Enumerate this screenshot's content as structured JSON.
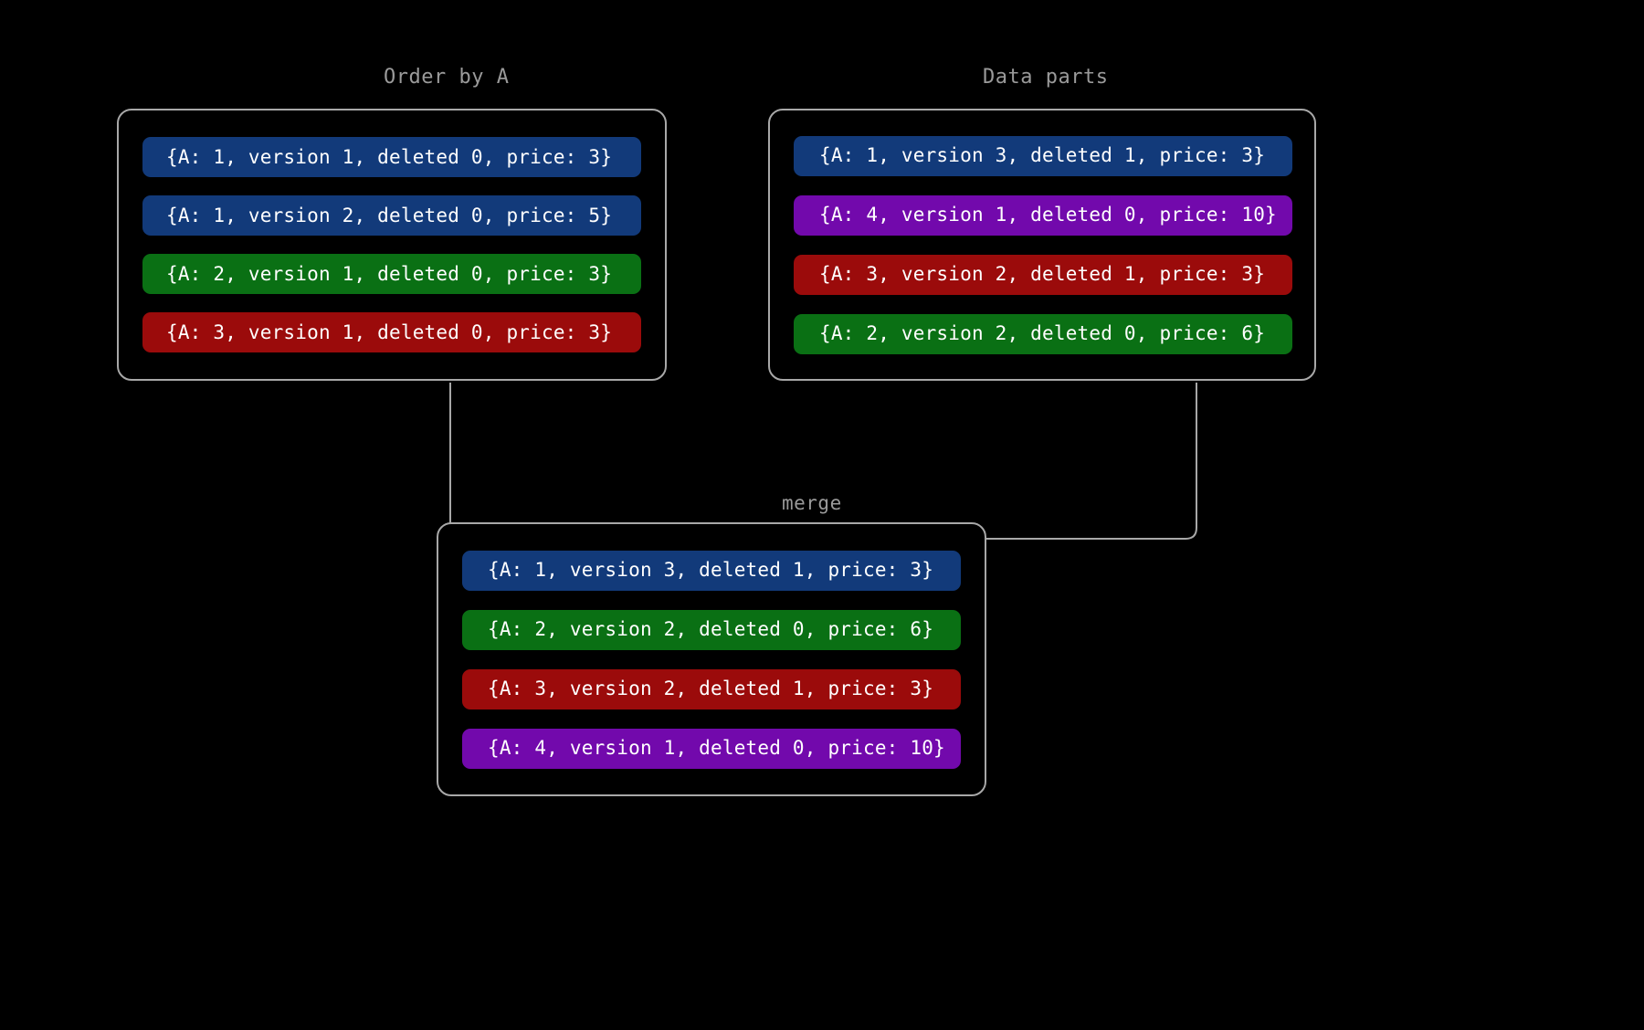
{
  "diagram": {
    "background_color": "#000000",
    "border_color": "#a8a8a8",
    "text_color": "#ffffff",
    "label_color": "#9a9a9a",
    "connector_color": "#a8a8a8",
    "merge_label": "merge"
  },
  "palette": {
    "blue": "#123a7a",
    "green": "#0a7014",
    "red": "#9b0b0b",
    "purple": "#7209ac"
  },
  "panels": [
    {
      "id": "order-by-a",
      "title": "Order by A",
      "rows": [
        {
          "text": "{A: 1, version 1, deleted 0, price: 3}",
          "color": "#123a7a",
          "color_name": "blue",
          "A": 1,
          "version": 1,
          "deleted": 0,
          "price": 3
        },
        {
          "text": "{A: 1, version 2, deleted 0, price: 5}",
          "color": "#123a7a",
          "color_name": "blue",
          "A": 1,
          "version": 2,
          "deleted": 0,
          "price": 5
        },
        {
          "text": "{A: 2, version 1, deleted 0, price: 3}",
          "color": "#0a7014",
          "color_name": "green",
          "A": 2,
          "version": 1,
          "deleted": 0,
          "price": 3
        },
        {
          "text": "{A: 3, version 1, deleted 0, price: 3}",
          "color": "#9b0b0b",
          "color_name": "red",
          "A": 3,
          "version": 1,
          "deleted": 0,
          "price": 3
        }
      ]
    },
    {
      "id": "data-parts",
      "title": "Data parts",
      "rows": [
        {
          "text": "{A: 1, version 3, deleted 1, price: 3}",
          "color": "#123a7a",
          "color_name": "blue",
          "A": 1,
          "version": 3,
          "deleted": 1,
          "price": 3
        },
        {
          "text": "{A: 4, version 1, deleted 0, price: 10}",
          "color": "#7209ac",
          "color_name": "purple",
          "A": 4,
          "version": 1,
          "deleted": 0,
          "price": 10
        },
        {
          "text": "{A: 3, version 2, deleted 1, price: 3}",
          "color": "#9b0b0b",
          "color_name": "red",
          "A": 3,
          "version": 2,
          "deleted": 1,
          "price": 3
        },
        {
          "text": "{A: 2, version 2, deleted 0, price: 6}",
          "color": "#0a7014",
          "color_name": "green",
          "A": 2,
          "version": 2,
          "deleted": 0,
          "price": 6
        }
      ]
    },
    {
      "id": "merged",
      "title": "",
      "rows": [
        {
          "text": "{A: 1, version 3, deleted 1, price: 3}",
          "color": "#123a7a",
          "color_name": "blue",
          "A": 1,
          "version": 3,
          "deleted": 1,
          "price": 3
        },
        {
          "text": "{A: 2, version 2, deleted 0, price: 6}",
          "color": "#0a7014",
          "color_name": "green",
          "A": 2,
          "version": 2,
          "deleted": 0,
          "price": 6
        },
        {
          "text": "{A: 3, version 2, deleted 1, price: 3}",
          "color": "#9b0b0b",
          "color_name": "red",
          "A": 3,
          "version": 2,
          "deleted": 1,
          "price": 3
        },
        {
          "text": "{A: 4, version 1, deleted 0, price: 10}",
          "color": "#7209ac",
          "color_name": "purple",
          "A": 4,
          "version": 1,
          "deleted": 0,
          "price": 10
        }
      ]
    }
  ]
}
